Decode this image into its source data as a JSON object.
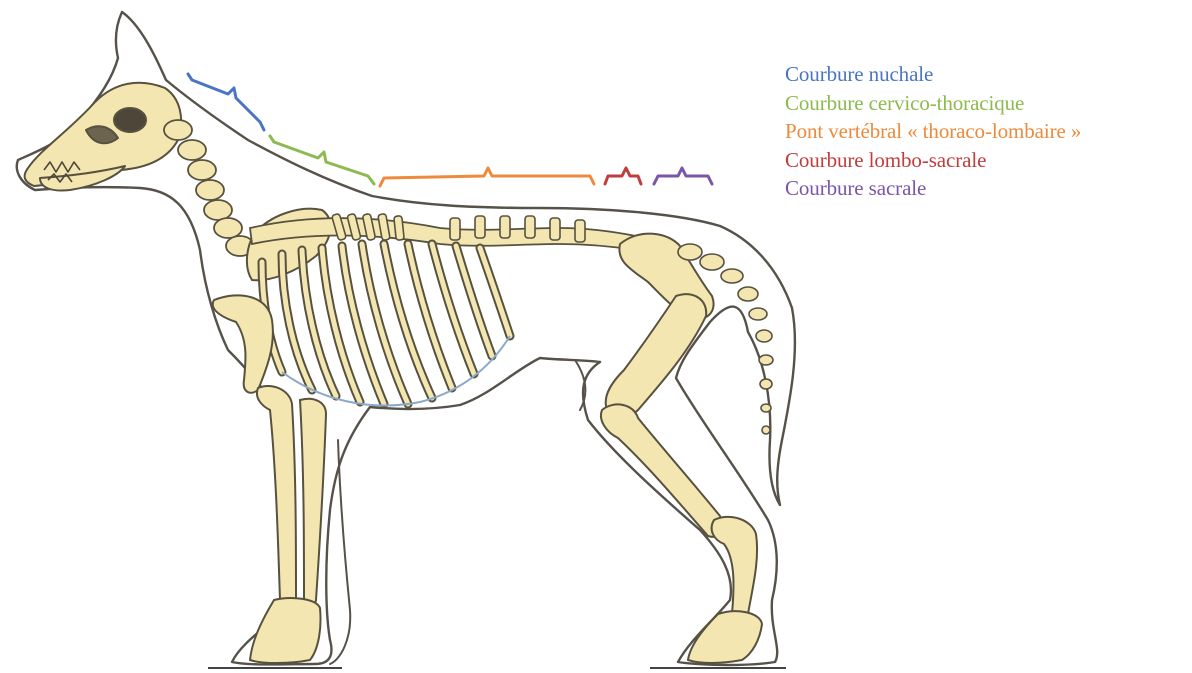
{
  "legend": {
    "items": [
      {
        "label": "Courbure nuchale",
        "color": "#4a74c4",
        "icon": "bracket-blue"
      },
      {
        "label": "Courbure cervico-thoracique",
        "color": "#8cba4e",
        "icon": "bracket-green"
      },
      {
        "label": "Pont vertébral « thoraco-lombaire »",
        "color": "#ee8a3c",
        "icon": "bracket-orange"
      },
      {
        "label": "Courbure lombo-sacrale",
        "color": "#bf3d3d",
        "icon": "bracket-red"
      },
      {
        "label": "Courbure sacrale",
        "color": "#7b55a8",
        "icon": "bracket-purple"
      }
    ]
  },
  "colors": {
    "bone_fill": "#f3e6b0",
    "bone_stroke": "#57513f",
    "outline": "#56524a",
    "background": "#ffffff"
  }
}
